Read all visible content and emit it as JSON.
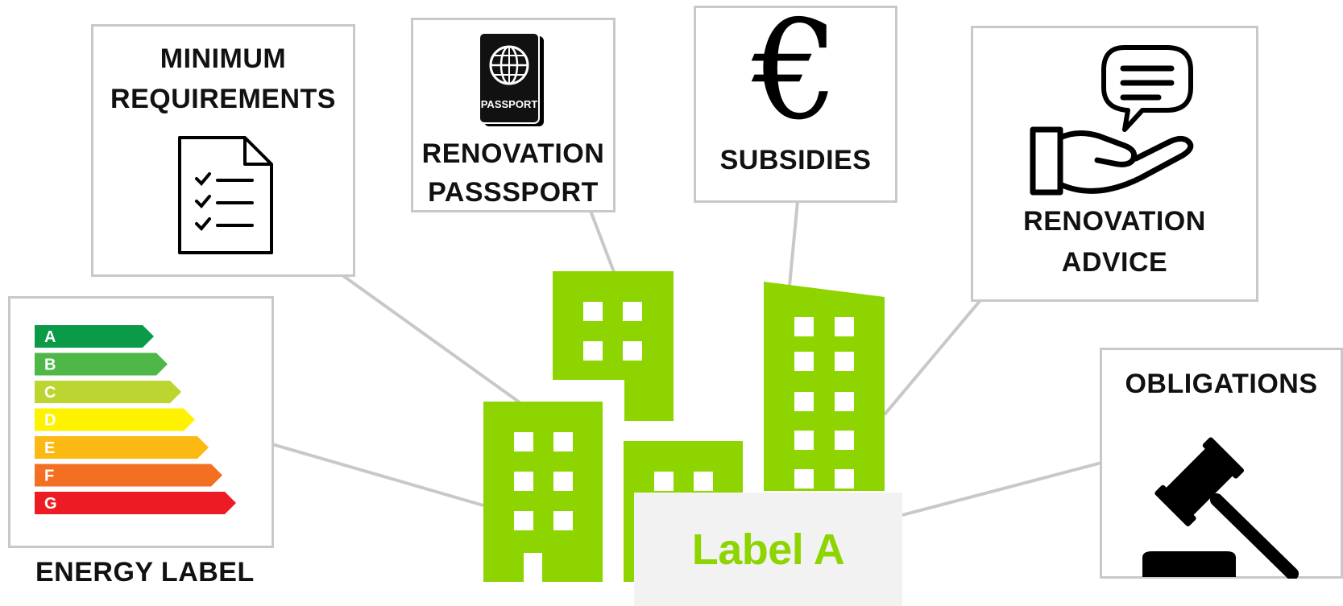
{
  "colors": {
    "building_green": "#8ed400",
    "connector_gray": "#c8c8c8",
    "box_border": "#c8c8c8",
    "label_box_bg": "#f2f2f2",
    "text_dark": "#111111"
  },
  "nodes": {
    "minimum_requirements": {
      "line1": "MINIMUM",
      "line2": "REQUIREMENTS",
      "icon": "checklist-document-icon"
    },
    "renovation_passport": {
      "line1": "RENOVATION",
      "line2": "PASSSPORT",
      "icon": "passport-icon",
      "icon_text": "PASSPORT"
    },
    "subsidies": {
      "title": "SUBSIDIES",
      "icon": "euro-icon",
      "icon_glyph": "€"
    },
    "renovation_advice": {
      "line1": "RENOVATION",
      "line2": "ADVICE",
      "icon": "hand-speech-bubble-icon"
    },
    "obligations": {
      "title": "OBLIGATIONS",
      "icon": "gavel-icon"
    },
    "energy_label": {
      "caption": "ENERGY LABEL",
      "icon": "energy-rating-scale-icon",
      "bars": [
        {
          "letter": "A",
          "color": "#0a9a48"
        },
        {
          "letter": "B",
          "color": "#4fb648"
        },
        {
          "letter": "C",
          "color": "#bcd531"
        },
        {
          "letter": "D",
          "color": "#fff200"
        },
        {
          "letter": "E",
          "color": "#fdb913"
        },
        {
          "letter": "F",
          "color": "#f36f21"
        },
        {
          "letter": "G",
          "color": "#ed1c24"
        }
      ]
    }
  },
  "center": {
    "label": "Label A",
    "icon": "green-buildings-icon"
  }
}
